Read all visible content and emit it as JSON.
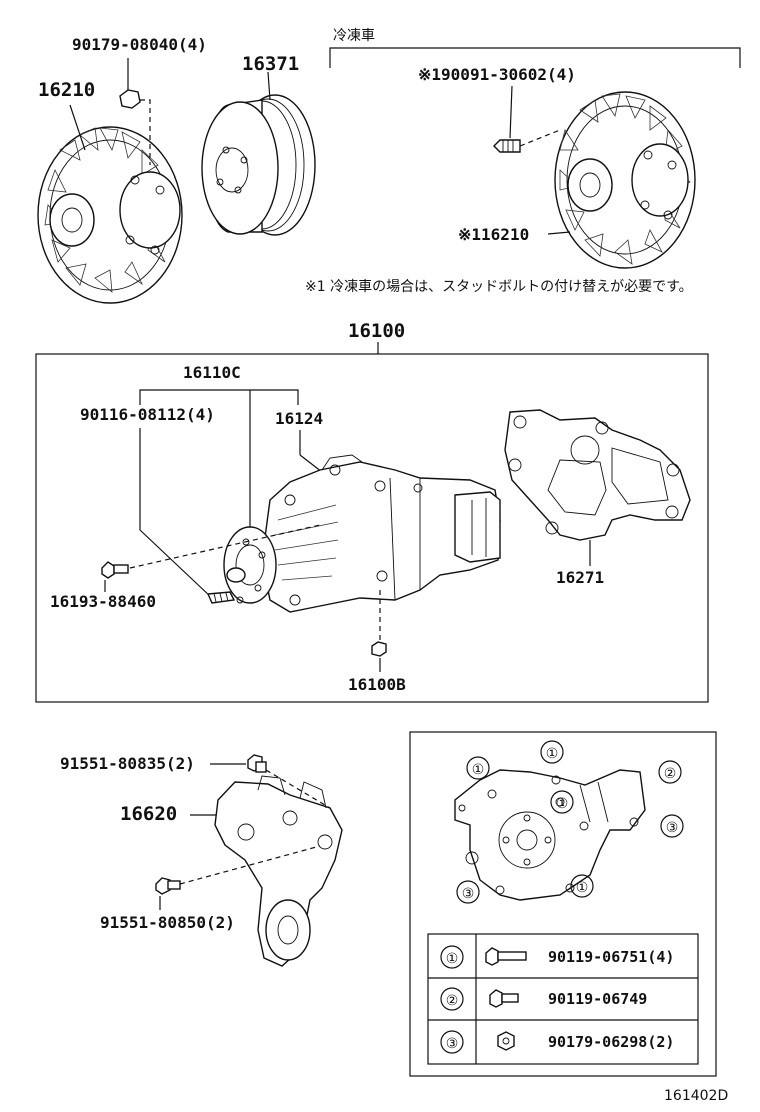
{
  "fan_clutch": {
    "part_number": "16210",
    "nut_label": "90179-08040(4)"
  },
  "pulley": {
    "part_number": "16371"
  },
  "refrigeration": {
    "heading": "冷凍車",
    "stud_label": "※190091-30602(4)",
    "clutch_label": "※116210",
    "note": "※1 冷凍車の場合は、スタッドボルトの付け替えが必要です。"
  },
  "water_pump_assy": {
    "part_number": "16100",
    "sub_assy": "16110C",
    "stud_label": "90116-08112(4)",
    "gasket_inner": "16124",
    "gasket_outer": "16271",
    "bolt_label": "16193-88460",
    "plug_label": "16100B"
  },
  "idler_bracket": {
    "part_number": "16620",
    "bolt_top": "91551-80835(2)",
    "bolt_bottom": "91551-80850(2)"
  },
  "bolt_key": {
    "callouts": [
      "①",
      "①",
      "①",
      "②",
      "③",
      "③",
      "①"
    ],
    "rows": [
      {
        "marker": "①",
        "part": "90119-06751(4)"
      },
      {
        "marker": "②",
        "part": "90119-06749"
      },
      {
        "marker": "③",
        "part": "90179-06298(2)"
      }
    ]
  },
  "diagram_code": "161402D"
}
